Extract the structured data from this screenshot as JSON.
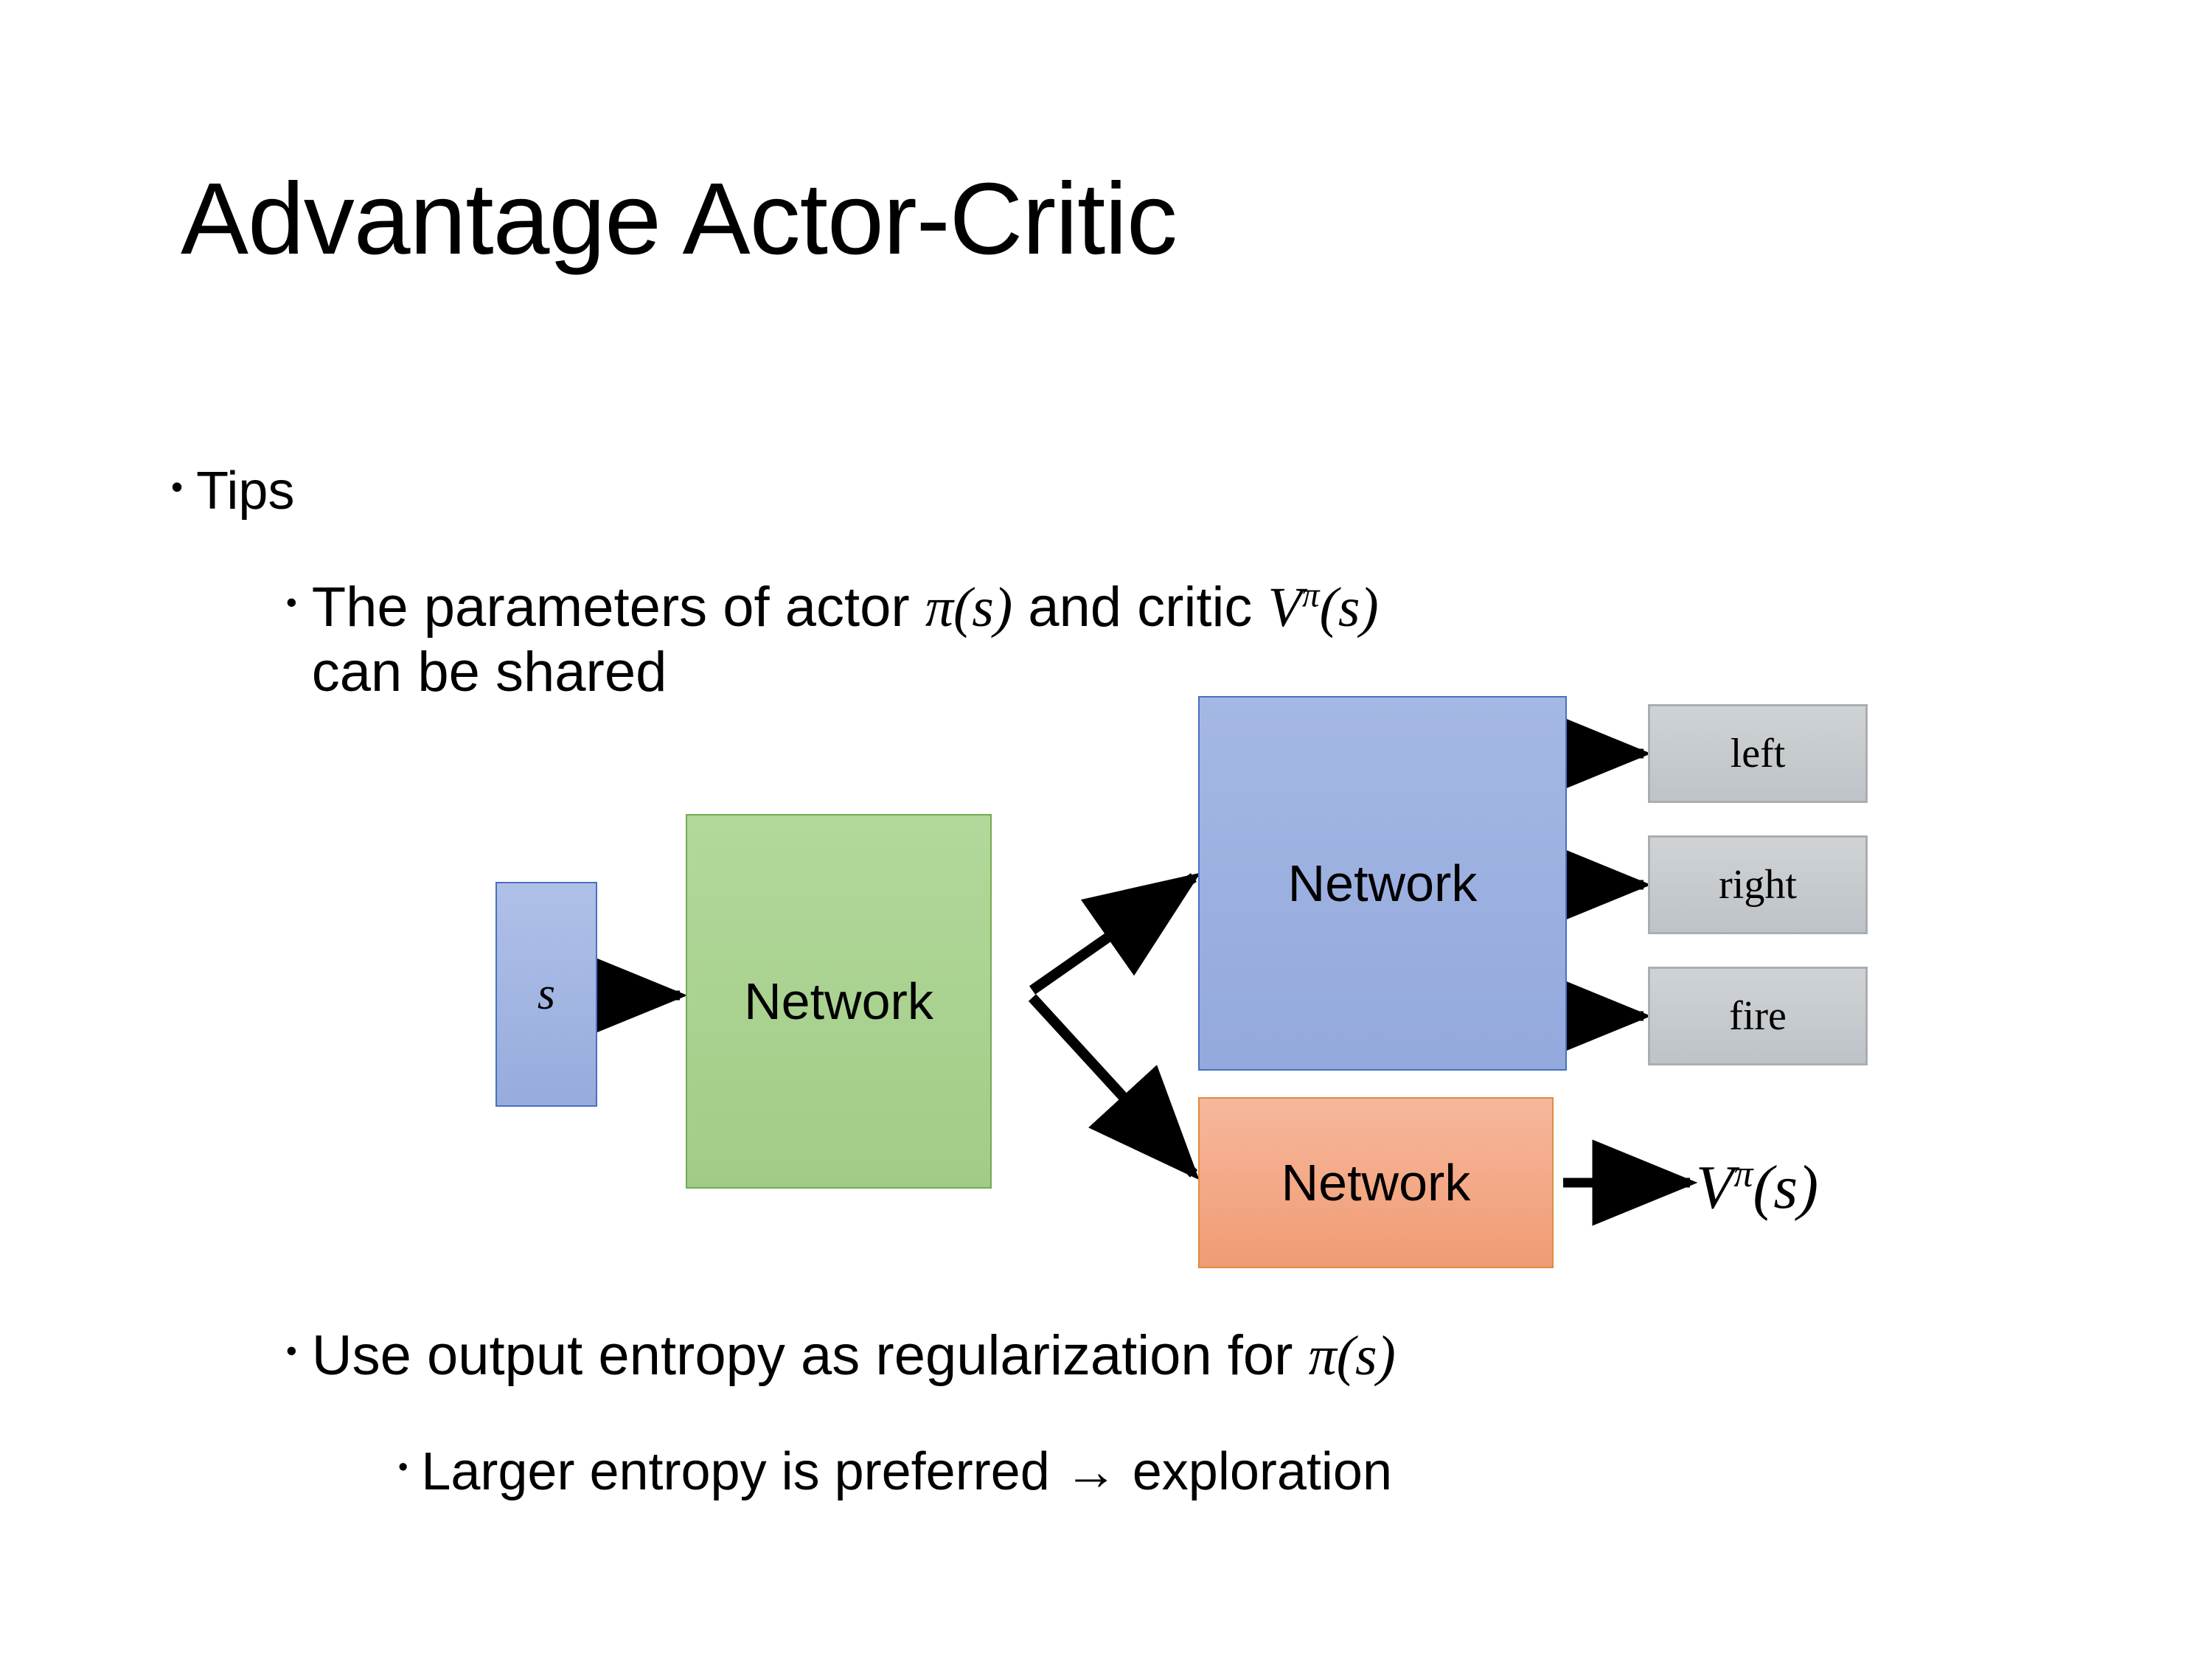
{
  "slide": {
    "title": "Advantage Actor-Critic"
  },
  "bullets": {
    "tips": {
      "marker": "•",
      "text": "Tips"
    },
    "params": {
      "marker": "•",
      "prefix": "The parameters of actor ",
      "actor_pi": "π",
      "actor_arg": "(s)",
      "middle": "  and critic ",
      "critic_V": "V",
      "critic_sup": "π",
      "critic_arg": "(s)",
      "line2": "can be shared"
    },
    "entropy": {
      "marker": "•",
      "prefix": "Use output entropy as regularization for ",
      "pi": "π",
      "arg": "(s)"
    },
    "larger": {
      "marker": "•",
      "text": "Larger entropy is preferred → exploration"
    }
  },
  "diagram": {
    "state_node": {
      "label": "s"
    },
    "shared_node": {
      "label": "Network"
    },
    "actor_node": {
      "label": "Network"
    },
    "critic_node": {
      "label": "Network"
    },
    "outputs": [
      {
        "label": "left"
      },
      {
        "label": "right"
      },
      {
        "label": "fire"
      }
    ],
    "value_label": {
      "V": "V",
      "sup": "π",
      "arg": "(s)"
    },
    "colors": {
      "state_fill": "#9FB3E0",
      "state_border": "#4A6FC0",
      "shared_fill": "#A9D08E",
      "shared_border": "#74AB52",
      "actor_fill": "#9FB3E0",
      "actor_border": "#4A6FC0",
      "critic_fill": "#F4A582",
      "critic_border": "#E08A44",
      "output_fill": "#C6CACD",
      "output_border": "#A9AEB2",
      "arrow": "#000000"
    }
  }
}
